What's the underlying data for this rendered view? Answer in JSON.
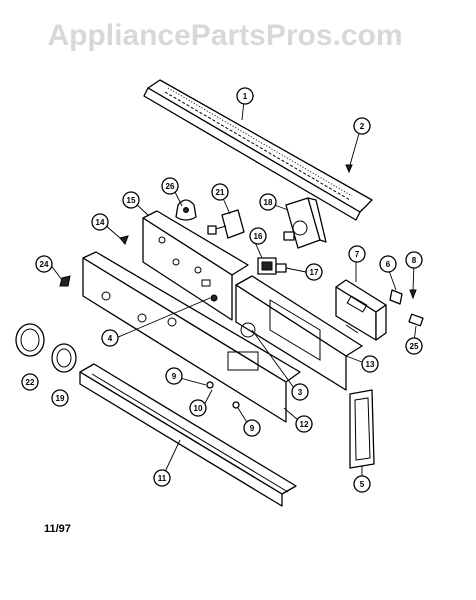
{
  "watermark": "AppliancePartsPros.com",
  "date_code": "11/97",
  "callouts": [
    "1",
    "2",
    "26",
    "21",
    "18",
    "14",
    "15",
    "16",
    "17",
    "7",
    "6",
    "8",
    "24",
    "4",
    "13",
    "25",
    "22",
    "19",
    "3",
    "9",
    "10",
    "9",
    "12",
    "11",
    "5"
  ]
}
